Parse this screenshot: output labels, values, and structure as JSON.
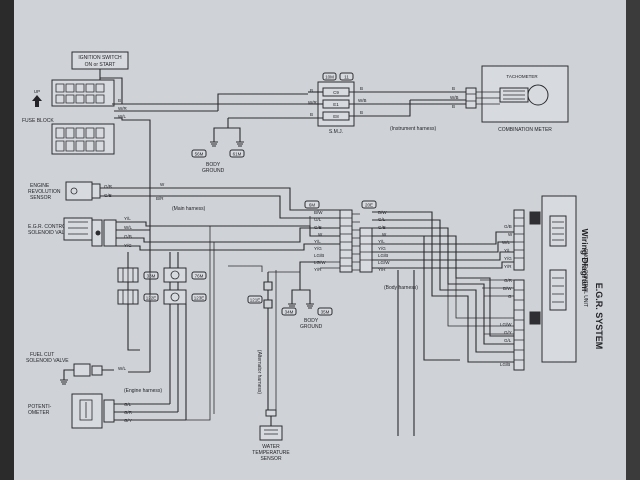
{
  "header": {
    "section_title": "E.G.R. SYSTEM",
    "diagram_title": "Wiring Diagram"
  },
  "components": {
    "ignition_switch_line1": "IGNITION SWITCH",
    "ignition_switch_line2": "ON or START",
    "up_label": "UP",
    "fuse_block": "FUSE BLOCK",
    "engine_rev_sensor_line1": "ENGINE",
    "engine_rev_sensor_line2": "REVOLUTION",
    "engine_rev_sensor_line3": "SENSOR",
    "egr_valve_line1": "E.G.R. CONTROL",
    "egr_valve_line2": "SOLENOID VALVE",
    "fuel_cut_line1": "FUEL CUT",
    "fuel_cut_line2": "SOLENOID VALVE",
    "potentiometer_line1": "POTENTI-",
    "potentiometer_line2": "OMETER",
    "water_temp_line1": "WATER",
    "water_temp_line2": "TEMPERATURE",
    "water_temp_line3": "SENSOR",
    "body_ground_line1": "BODY",
    "body_ground_line2": "GROUND",
    "smj": "S.M.J.",
    "tachometer": "TACHOMETER",
    "combination_meter": "COMBINATION METER",
    "ecu": "ENGINE CONTROL UNIT"
  },
  "harness_labels": {
    "instrument": "(Instrument harness)",
    "main": "(Main harness)",
    "body": "(Body harness)",
    "engine": "(Engine harness)",
    "alternator": "(Alternator harness)"
  },
  "connector_ids": {
    "c10m": "10M",
    "c11": "11",
    "c56m_top": "56M",
    "c61m": "61M",
    "c6m": "6M",
    "c20e": "20E",
    "c34m": "34M",
    "c35m": "35M",
    "c121e": "121E",
    "c33m": "33M",
    "c122e": "122E",
    "c76m": "76M",
    "c123e": "123E"
  },
  "wire_colors": {
    "fuse_b": "B",
    "fuse_wr": "W/R",
    "fuse_wl": "W/L",
    "smj_b_left": "B",
    "smj_wr_left": "W/R",
    "smj_b_left2": "B",
    "smj_b_right": "B",
    "smj_wb_right": "W/B",
    "smj_b_right2": "B",
    "tach_b": "B",
    "tach_wb": "W/B",
    "tach_b2": "B",
    "rev_gr": "G/R",
    "rev_gb": "G/B",
    "egr_yl": "Y/L",
    "egr_wl": "W/L",
    "egr_gb": "G/B",
    "egr_yg": "Y/G",
    "fuel_wl": "W/L",
    "pot_gl": "G/L",
    "pot_gr": "G/R",
    "pot_gy": "G/Y",
    "h6m_bw": "B/W",
    "h6m_gl": "G/L",
    "h6m_gb": "G/B",
    "h6m_w": "W",
    "h6m_yl": "Y/L",
    "h6m_yg": "Y/G",
    "h6m_wl": "W/L",
    "h6m_lgb": "LG/B",
    "h6m_lgw": "LG/W",
    "h6m_yr": "Y/R",
    "h20e_bw": "B/W",
    "h20e_gl": "G/L",
    "h20e_gb": "G/B",
    "h20e_w": "W",
    "h20e_yl": "Y/L",
    "h20e_yg": "Y/G",
    "h20e_lgb": "LG/B",
    "h20e_lgw": "LG/W",
    "h20e_yr": "Y/R",
    "ecu_gb": "G/B",
    "ecu_w": "W",
    "ecu_wl": "W/L",
    "ecu_yl": "Y/L",
    "ecu_yg": "Y/G",
    "ecu_yr": "Y/R",
    "ecu_gr": "G/R",
    "ecu_bw": "B/W",
    "ecu_g": "G",
    "ecu_lgw": "LG/W",
    "ecu_gy": "G/Y",
    "ecu_gl": "G/L",
    "ecu_lgb": "LG/B"
  }
}
